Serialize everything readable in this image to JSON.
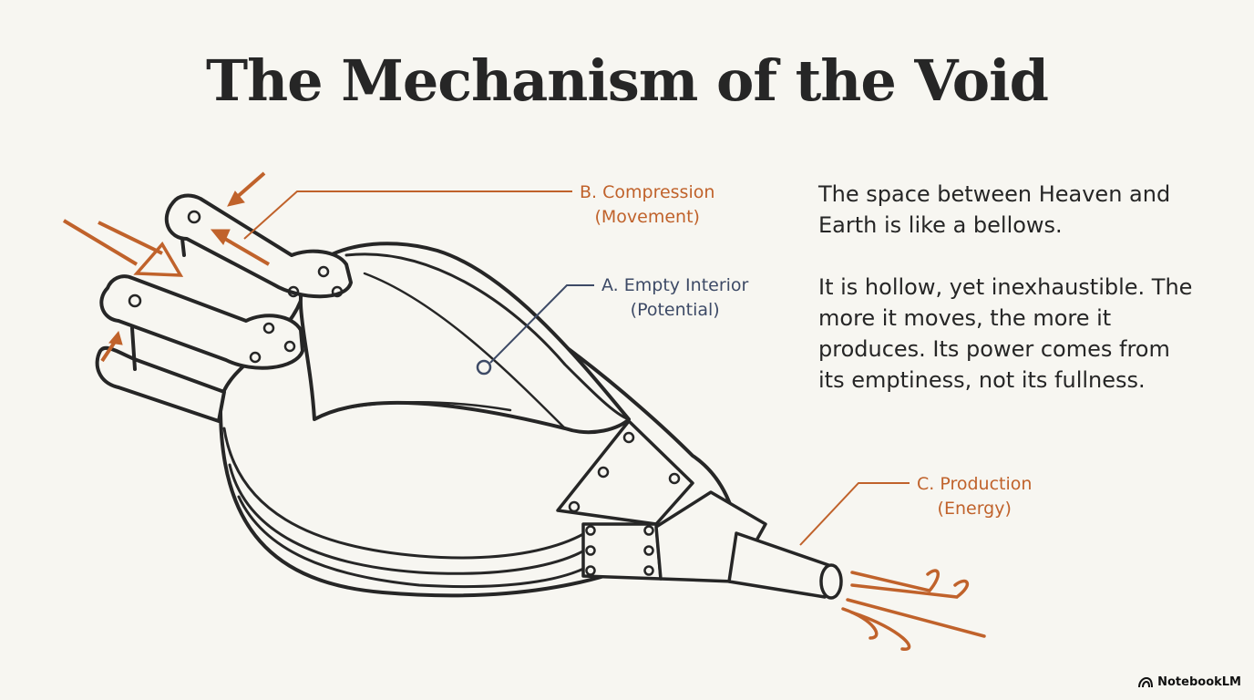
{
  "title": "The Mechanism of the Void",
  "callouts": {
    "compression": {
      "label": "B. Compression",
      "sub": "(Movement)"
    },
    "interior": {
      "label": "A. Empty Interior",
      "sub": "(Potential)"
    },
    "production": {
      "label": "C. Production",
      "sub": "(Energy)"
    }
  },
  "quote": {
    "paragraph1": "The space between Heaven and Earth is like a bellows.",
    "paragraph2": "It is hollow, yet inexhaustible. The more it moves, the more it produces. Its power comes from its emptiness, not its fullness."
  },
  "branding": {
    "name": "NotebookLM",
    "icon": "notebooklm-logo-icon"
  },
  "colors": {
    "ink": "#262626",
    "accent": "#c0622b",
    "navy": "#3d4a66",
    "background": "#f7f6f1"
  }
}
